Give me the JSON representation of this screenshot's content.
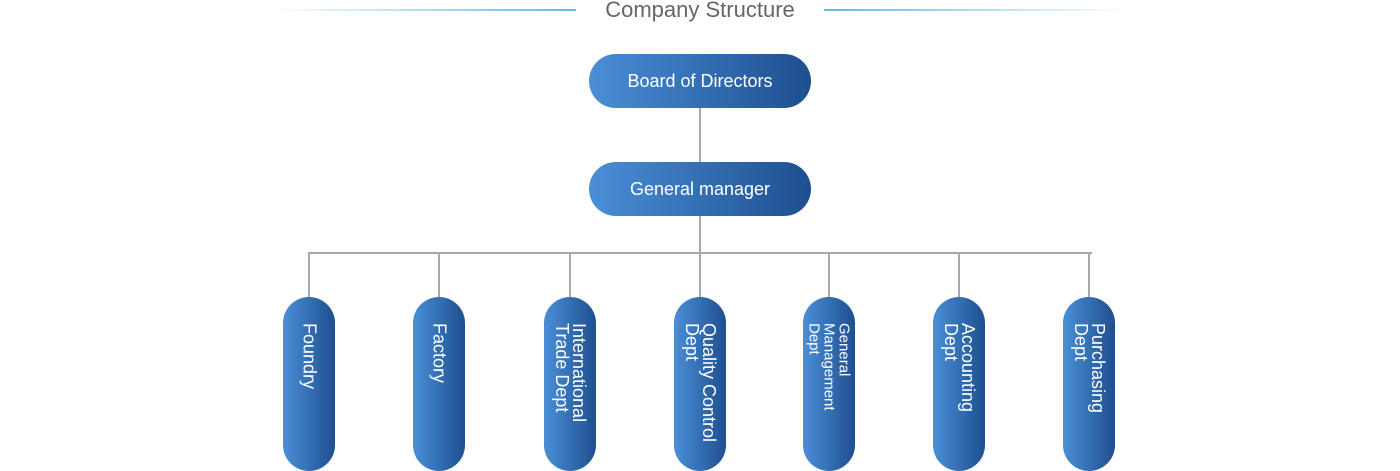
{
  "title": "Company Structure",
  "top": {
    "board": "Board of Directors",
    "gm": "General manager"
  },
  "departments": [
    {
      "label": "Foundry"
    },
    {
      "label": "Factory"
    },
    {
      "label": "International\nTrade Dept"
    },
    {
      "label": "Quality Control\nDept"
    },
    {
      "label": "General\nManagement\nDept"
    },
    {
      "label": "Accounting\nDept"
    },
    {
      "label": "Purchasing\nDept"
    }
  ],
  "colors": {
    "node_start": "#4a8fd8",
    "node_end": "#1e4f8f",
    "connector": "#a9a9a9",
    "title_accent": "#5cbde3"
  }
}
